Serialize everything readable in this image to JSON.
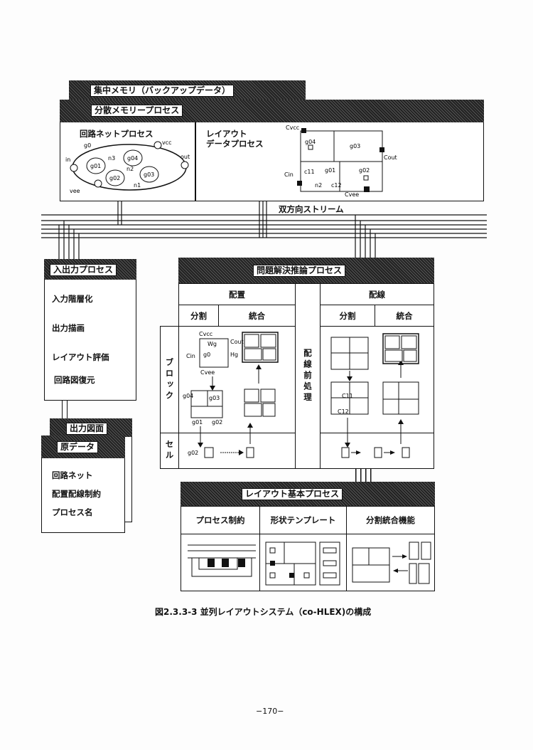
{
  "central_memory": {
    "title": "集中メモリ（バックアップデータ）"
  },
  "distributed_memory": {
    "title": "分散メモリープロセス",
    "circuit_net": {
      "title": "回路ネットプロセス",
      "nodes": [
        "g0",
        "vcc",
        "in",
        "out",
        "vee",
        "g01",
        "g02",
        "g03",
        "g04",
        "n1",
        "n2",
        "n3"
      ]
    },
    "layout_data": {
      "title_line1": "レイアウト",
      "title_line2": "データプロセス",
      "labels": [
        "Cvcc",
        "g04",
        "g03",
        "Cout",
        "Cin",
        "c11",
        "g01",
        "g02",
        "n2",
        "c12",
        "Cvee"
      ]
    }
  },
  "stream_label": "双方向ストリーム",
  "io_process": {
    "title": "入出力プロセス",
    "items": [
      "入力階層化",
      "出力描画",
      "レイアウト評価",
      "回路図復元"
    ]
  },
  "output_drawing": {
    "title": "出力図面"
  },
  "source_data": {
    "title": "原データ",
    "items": [
      "回路ネット",
      "配置配線制約",
      "プロセス名"
    ]
  },
  "inference": {
    "title": "問題解決推論プロセス",
    "placement": "配置",
    "routing": "配線",
    "split": "分割",
    "merge": "統合",
    "preroute": "配線前処理",
    "block": "ブロック",
    "cell": "セル",
    "block_labels": [
      "Cvcc",
      "Wg",
      "Cout",
      "Cin",
      "g0",
      "Hg",
      "Cvee",
      "g04",
      "g03",
      "g01",
      "g02"
    ],
    "cell_label": "g02",
    "route_labels": [
      "C11",
      "C12"
    ]
  },
  "basic": {
    "title": "レイアウト基本プロセス",
    "cols": [
      "プロセス制約",
      "形状テンプレート",
      "分割統合機能"
    ]
  },
  "caption": "図2.3.3-3 並列レイアウトシステム（co-HLEX)の構成",
  "page_number": "−170−"
}
